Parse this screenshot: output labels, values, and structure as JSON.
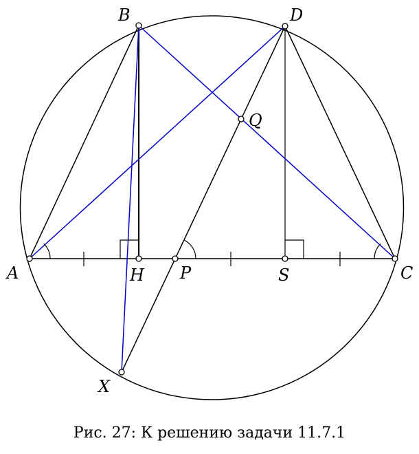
{
  "figure": {
    "caption": "Рис. 27: К решению задачи 11.7.1",
    "points": {
      "A": "A",
      "B": "B",
      "C": "C",
      "D": "D",
      "H": "H",
      "P": "P",
      "Q": "Q",
      "S": "S",
      "X": "X"
    },
    "colors": {
      "black_lines": "#000000",
      "blue_lines": "#0000cc",
      "point_fill": "#ffffff"
    }
  }
}
